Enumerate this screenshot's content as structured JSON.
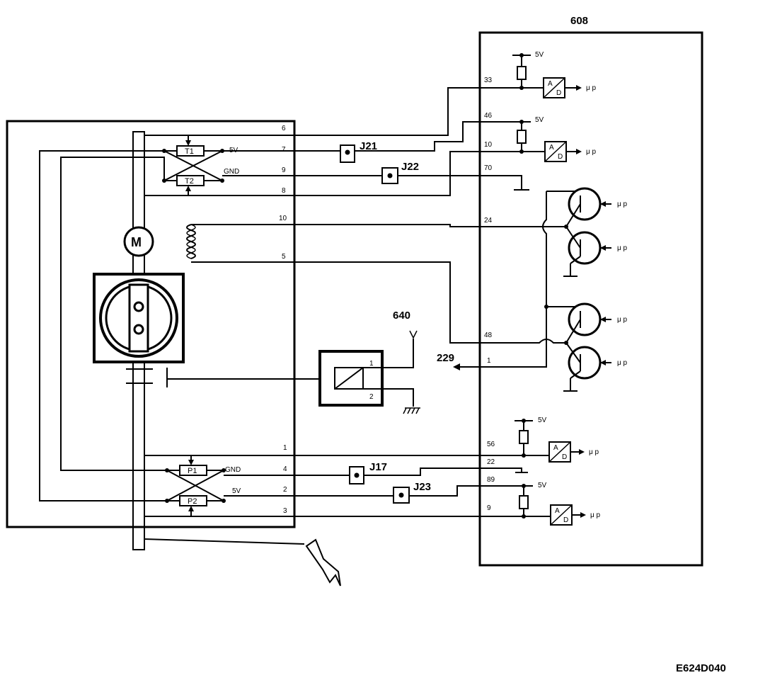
{
  "ecu": {
    "label": "608",
    "pins_top": [
      "33",
      "46",
      "10",
      "70",
      "24",
      "48",
      "1"
    ],
    "pins_bottom": [
      "56",
      "22",
      "89",
      "9"
    ],
    "supply": "5V",
    "mu_p": "μ p",
    "ad_a": "A",
    "ad_d": "D"
  },
  "actuator": {
    "motor": "M",
    "track_t1": "T1",
    "track_t2": "T2",
    "track_p1": "P1",
    "track_p2": "P2",
    "label_5v": "5V",
    "label_gnd": "GND",
    "pins_upper": [
      "6",
      "7",
      "9",
      "8",
      "10",
      "5"
    ],
    "pins_lower": [
      "1",
      "4",
      "2",
      "3"
    ]
  },
  "relay": {
    "pin1": "1",
    "pin2": "2"
  },
  "connectors": {
    "j21": "J21",
    "j22": "J22",
    "j17": "J17",
    "j23": "J23"
  },
  "refs": {
    "r640": "640",
    "r229": "229"
  },
  "figure_code": "E624D040"
}
